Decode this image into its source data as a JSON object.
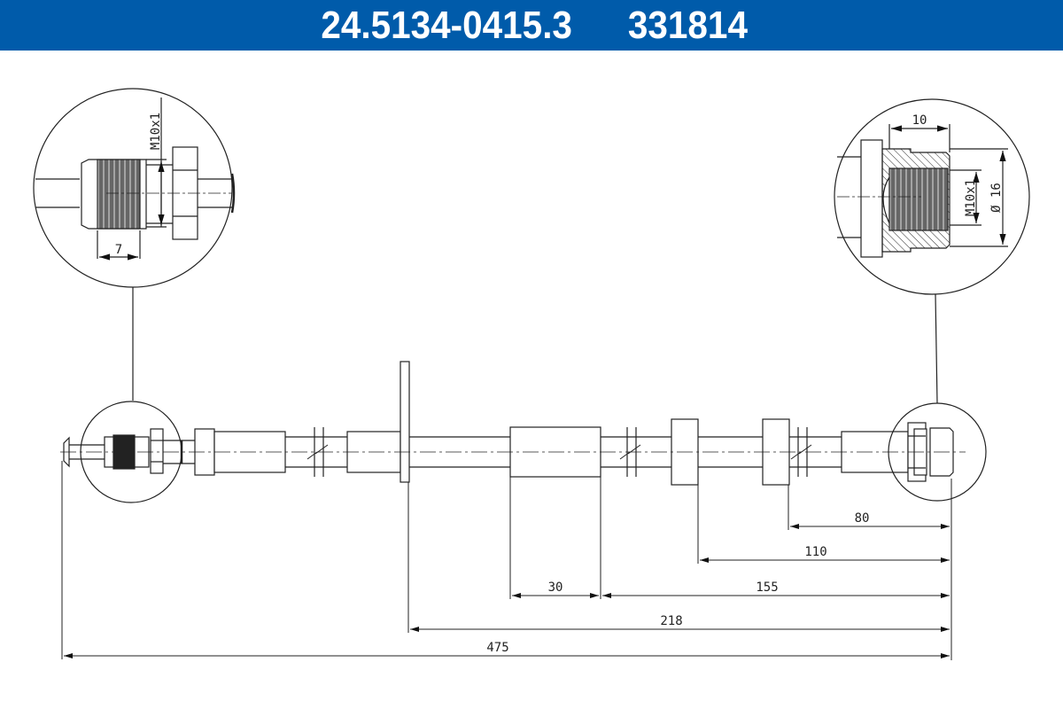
{
  "header": {
    "part_number": "24.5134-0415.3",
    "ref_number": "331814",
    "background_color": "#005baa",
    "text_color": "#ffffff"
  },
  "detail_left": {
    "thread_label": "M10x1",
    "thread_length": "7"
  },
  "detail_right": {
    "depth_label": "10",
    "thread_label": "M10x1",
    "diameter_label": "Ø 16"
  },
  "dimensions": {
    "d80": "80",
    "d110": "110",
    "d30": "30",
    "d155": "155",
    "d218": "218",
    "d475": "475"
  }
}
